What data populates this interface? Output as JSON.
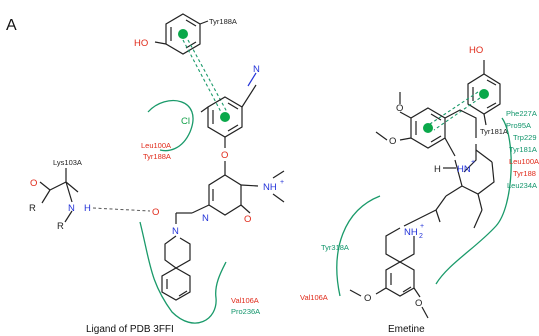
{
  "panel_label": "A",
  "left": {
    "caption": "Ligand  of PDB 3FFI",
    "residues": {
      "tyr188_top": "Tyr188A",
      "leu100": "Leu100A",
      "tyr188": "Tyr188A",
      "lys103": "Lys103A",
      "val106": "Val106A",
      "pro236": "Pro236A"
    },
    "atoms": {
      "ho": "HO",
      "n_nitrile": "N",
      "cl": "Cl",
      "o_ether": "O",
      "o_carbonyl": "O",
      "o_amide": "O",
      "o_ring": "O",
      "n_amide": "N",
      "n_ring": "N",
      "nh_plus": "NH",
      "nh_plus_sign": "+",
      "r1": "R",
      "r2": "R",
      "n_lys": "N",
      "h_lys": "H"
    }
  },
  "right": {
    "caption": "Emetine",
    "residues": {
      "tyr181": "Tyr181A",
      "phe227": "Phe227A",
      "pro95": "Pro95A",
      "trp229": "Trp229",
      "tyr181b": "Tyr181A",
      "leu100": "Leu100A",
      "tyr188": "Tyr188",
      "leu234": "Leu234A",
      "tyr318": "Tyr318A",
      "val106": "Val106A"
    },
    "atoms": {
      "ho": "HO",
      "o1": "O",
      "o2": "O",
      "o3": "O",
      "o4": "O",
      "h": "H",
      "hn_plus": "HN",
      "hn_plus_sign": "+",
      "nh2_plus": "NH",
      "nh2_sub": "2",
      "nh2_sign": "+"
    }
  },
  "colors": {
    "heteroatom_red": "#e02a1a",
    "heteroatom_blue": "#2333d8",
    "chlorine_green": "#14a04a",
    "interaction_green": "#1a9a6a",
    "pi_centroid": "#0aa84a"
  }
}
